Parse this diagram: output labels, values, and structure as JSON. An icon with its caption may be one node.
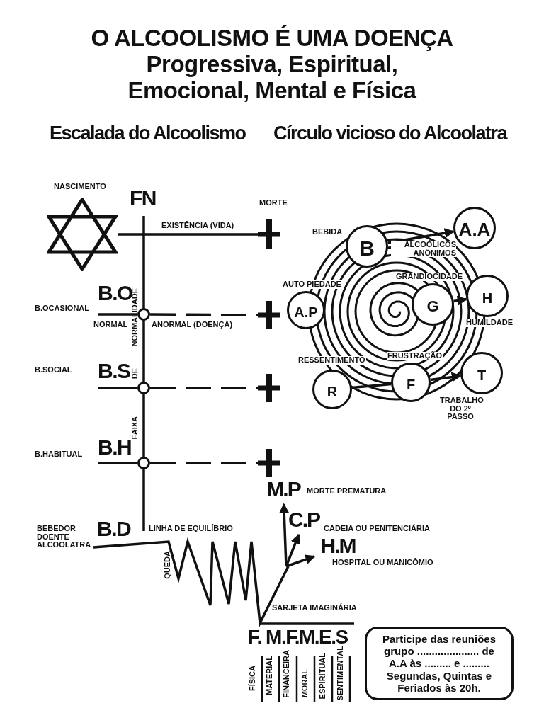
{
  "diagram": {
    "title": "O ALCOOLISMO É UMA DOENÇA Progressiva, Espiritual, Emocional, Mental e Física",
    "nodes": [
      {
        "text": [],
        "shape": "star",
        "beside": [
          "NASCIMENTO"
        ]
      },
      {
        "text": [],
        "shape": "cross",
        "beside": [
          "MORTE"
        ]
      },
      {
        "text": [],
        "shape": "circle",
        "beside": [
          "B.OCASIONAL",
          "B.O"
        ]
      },
      {
        "text": [],
        "shape": "cross"
      },
      {
        "text": [],
        "shape": "circle",
        "beside": [
          "B.SOCIAL",
          "B.S"
        ]
      },
      {
        "text": [],
        "shape": "cross"
      },
      {
        "text": [],
        "shape": "circle",
        "beside": [
          "B.HABITUAL",
          "B.H"
        ]
      },
      {
        "text": [],
        "shape": "cross"
      },
      {
        "text": [
          "B"
        ],
        "beside": [
          "BEBIDA"
        ]
      },
      {
        "text": [
          "A.A"
        ]
      },
      {
        "text": [
          "G"
        ],
        "beside": [
          "GRANDIOCIDADE"
        ]
      },
      {
        "text": [
          "H"
        ],
        "beside": [
          "HUMILDADE"
        ]
      },
      {
        "text": [
          "A.P"
        ],
        "beside": [
          "AUTO PIEDADE"
        ]
      },
      {
        "text": [
          "R"
        ],
        "beside": [
          "RESSENTIMENTO"
        ]
      },
      {
        "text": [
          "F"
        ],
        "beside": [
          "FRUSTRAÇÃO"
        ]
      },
      {
        "text": [
          "T"
        ],
        "beside": [
          "TRABALHO DO 2º PASSO"
        ]
      },
      {
        "text": [
          "M.P"
        ],
        "beside": [
          "MORTE PREMATURA"
        ]
      },
      {
        "text": [
          "C.P"
        ],
        "beside": [
          "CADEIA OU PENITENCIÁRIA"
        ]
      },
      {
        "text": [
          "H.M"
        ],
        "beside": [
          "HOSPITAL OU MANICÔMIO"
        ]
      },
      {
        "text": [
          "Participe das reuniões grupo ..................... de A.A às ......... e ......... Segundas, Quintas e Feriados às 20h."
        ]
      }
    ],
    "edges": [
      {
        "from": 0,
        "to": 1,
        "arrow": "none",
        "label": "EXISTÊNCIA (VIDA)"
      },
      {
        "from": 2,
        "to": 3,
        "arrow": "none",
        "style": "dashed"
      },
      {
        "from": 4,
        "to": 5,
        "arrow": "none",
        "style": "dashed"
      },
      {
        "from": 6,
        "to": 7,
        "arrow": "none",
        "style": "dashed"
      },
      {
        "from": 8,
        "to": 9,
        "arrow": "to",
        "label": "ALCOÓLICOS ANÔNIMOS"
      },
      {
        "from": 10,
        "to": 11,
        "arrow": "to"
      },
      {
        "from": 13,
        "to": 14,
        "arrow": "none"
      },
      {
        "from": 14,
        "to": 15,
        "arrow": "to"
      },
      {
        "from": null,
        "to": 16,
        "arrow": "to"
      },
      {
        "from": null,
        "to": 17,
        "arrow": "to"
      },
      {
        "from": null,
        "to": 18,
        "arrow": "to"
      },
      {
        "from": null,
        "to": 2,
        "arrow": "none"
      },
      {
        "from": null,
        "to": 4,
        "arrow": "none"
      },
      {
        "from": null,
        "to": 6,
        "arrow": "none"
      }
    ],
    "labels": [
      "Escalada do Alcoolismo",
      "Círculo vicioso do Alcoolatra",
      "FN",
      "NORMAL",
      "ANORMAL (DOENÇA)",
      "NORMALIDADE",
      "DE",
      "FAIXA",
      "B.D",
      "BEBEDOR DOENTE ALCOOLATRA",
      "LINHA DE EQUILÍBRIO",
      "QUEDA",
      "SARJETA IMAGINÁRIA",
      "F. M.F.M.E.S",
      "FÍSICA",
      "MATERIAL",
      "FINANCEIRA",
      "MORAL",
      "ESPIRITUAL",
      "SENTIMENTAL"
    ]
  }
}
